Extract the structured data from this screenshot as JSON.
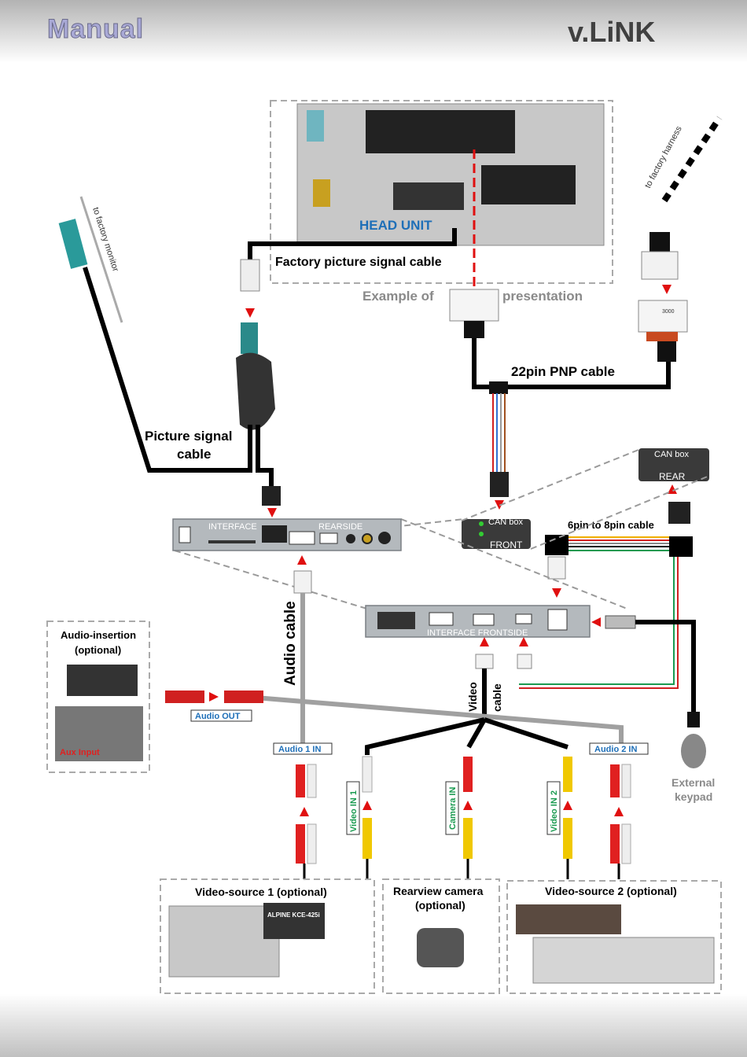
{
  "header": {
    "left_logo": "Manual",
    "right_logo": "v.LiNK"
  },
  "head_unit": {
    "label": "HEAD UNIT",
    "factory_cable": "Factory picture signal cable",
    "example_prefix": "Example of",
    "example_suffix": "presentation"
  },
  "harness": {
    "to_factory_harness": "to factory harness",
    "connector_code": "3000",
    "pnp_cable": "22pin PNP cable"
  },
  "monitor": {
    "to_factory_monitor": "to factory monitor",
    "picture_cable_line1": "Picture signal",
    "picture_cable_line2": "cable"
  },
  "can_box": {
    "rear_title": "CAN box",
    "rear_label": "REAR",
    "front_title": "CAN box",
    "front_label": "FRONT",
    "six_to_eight": "6pin to 8pin cable"
  },
  "interface": {
    "rear_left": "INTERFACE",
    "rear_right": "REARSIDE",
    "front": "INTERFACE  FRONTSIDE",
    "audio_cable": "Audio cable",
    "video_cable_1": "Video",
    "video_cable_2": "cable"
  },
  "audio_insertion": {
    "title_line1": "Audio-insertion",
    "title_line2": "(optional)",
    "audio_out": "Audio OUT",
    "aux_input": "Aux Input"
  },
  "inputs": {
    "audio1": "Audio 1 IN",
    "video1": "Video IN 1",
    "camera": "Camera IN",
    "video2": "Video IN 2",
    "audio2": "Audio 2 IN"
  },
  "keypad": {
    "line1": "External",
    "line2": "keypad"
  },
  "sources": {
    "vs1": "Video-source 1 (optional)",
    "cam_line1": "Rearview camera",
    "cam_line2": "(optional)",
    "vs2": "Video-source 2 (optional)",
    "vs1_device_brand": "ALPINE KCE-425i"
  },
  "colors": {
    "arrow": "#e01010",
    "label_blue": "#1e6fb8",
    "label_green": "#1a9a50",
    "rca_red": "#e02020",
    "rca_yellow": "#f0c800",
    "rca_white": "#f0f0f0"
  }
}
